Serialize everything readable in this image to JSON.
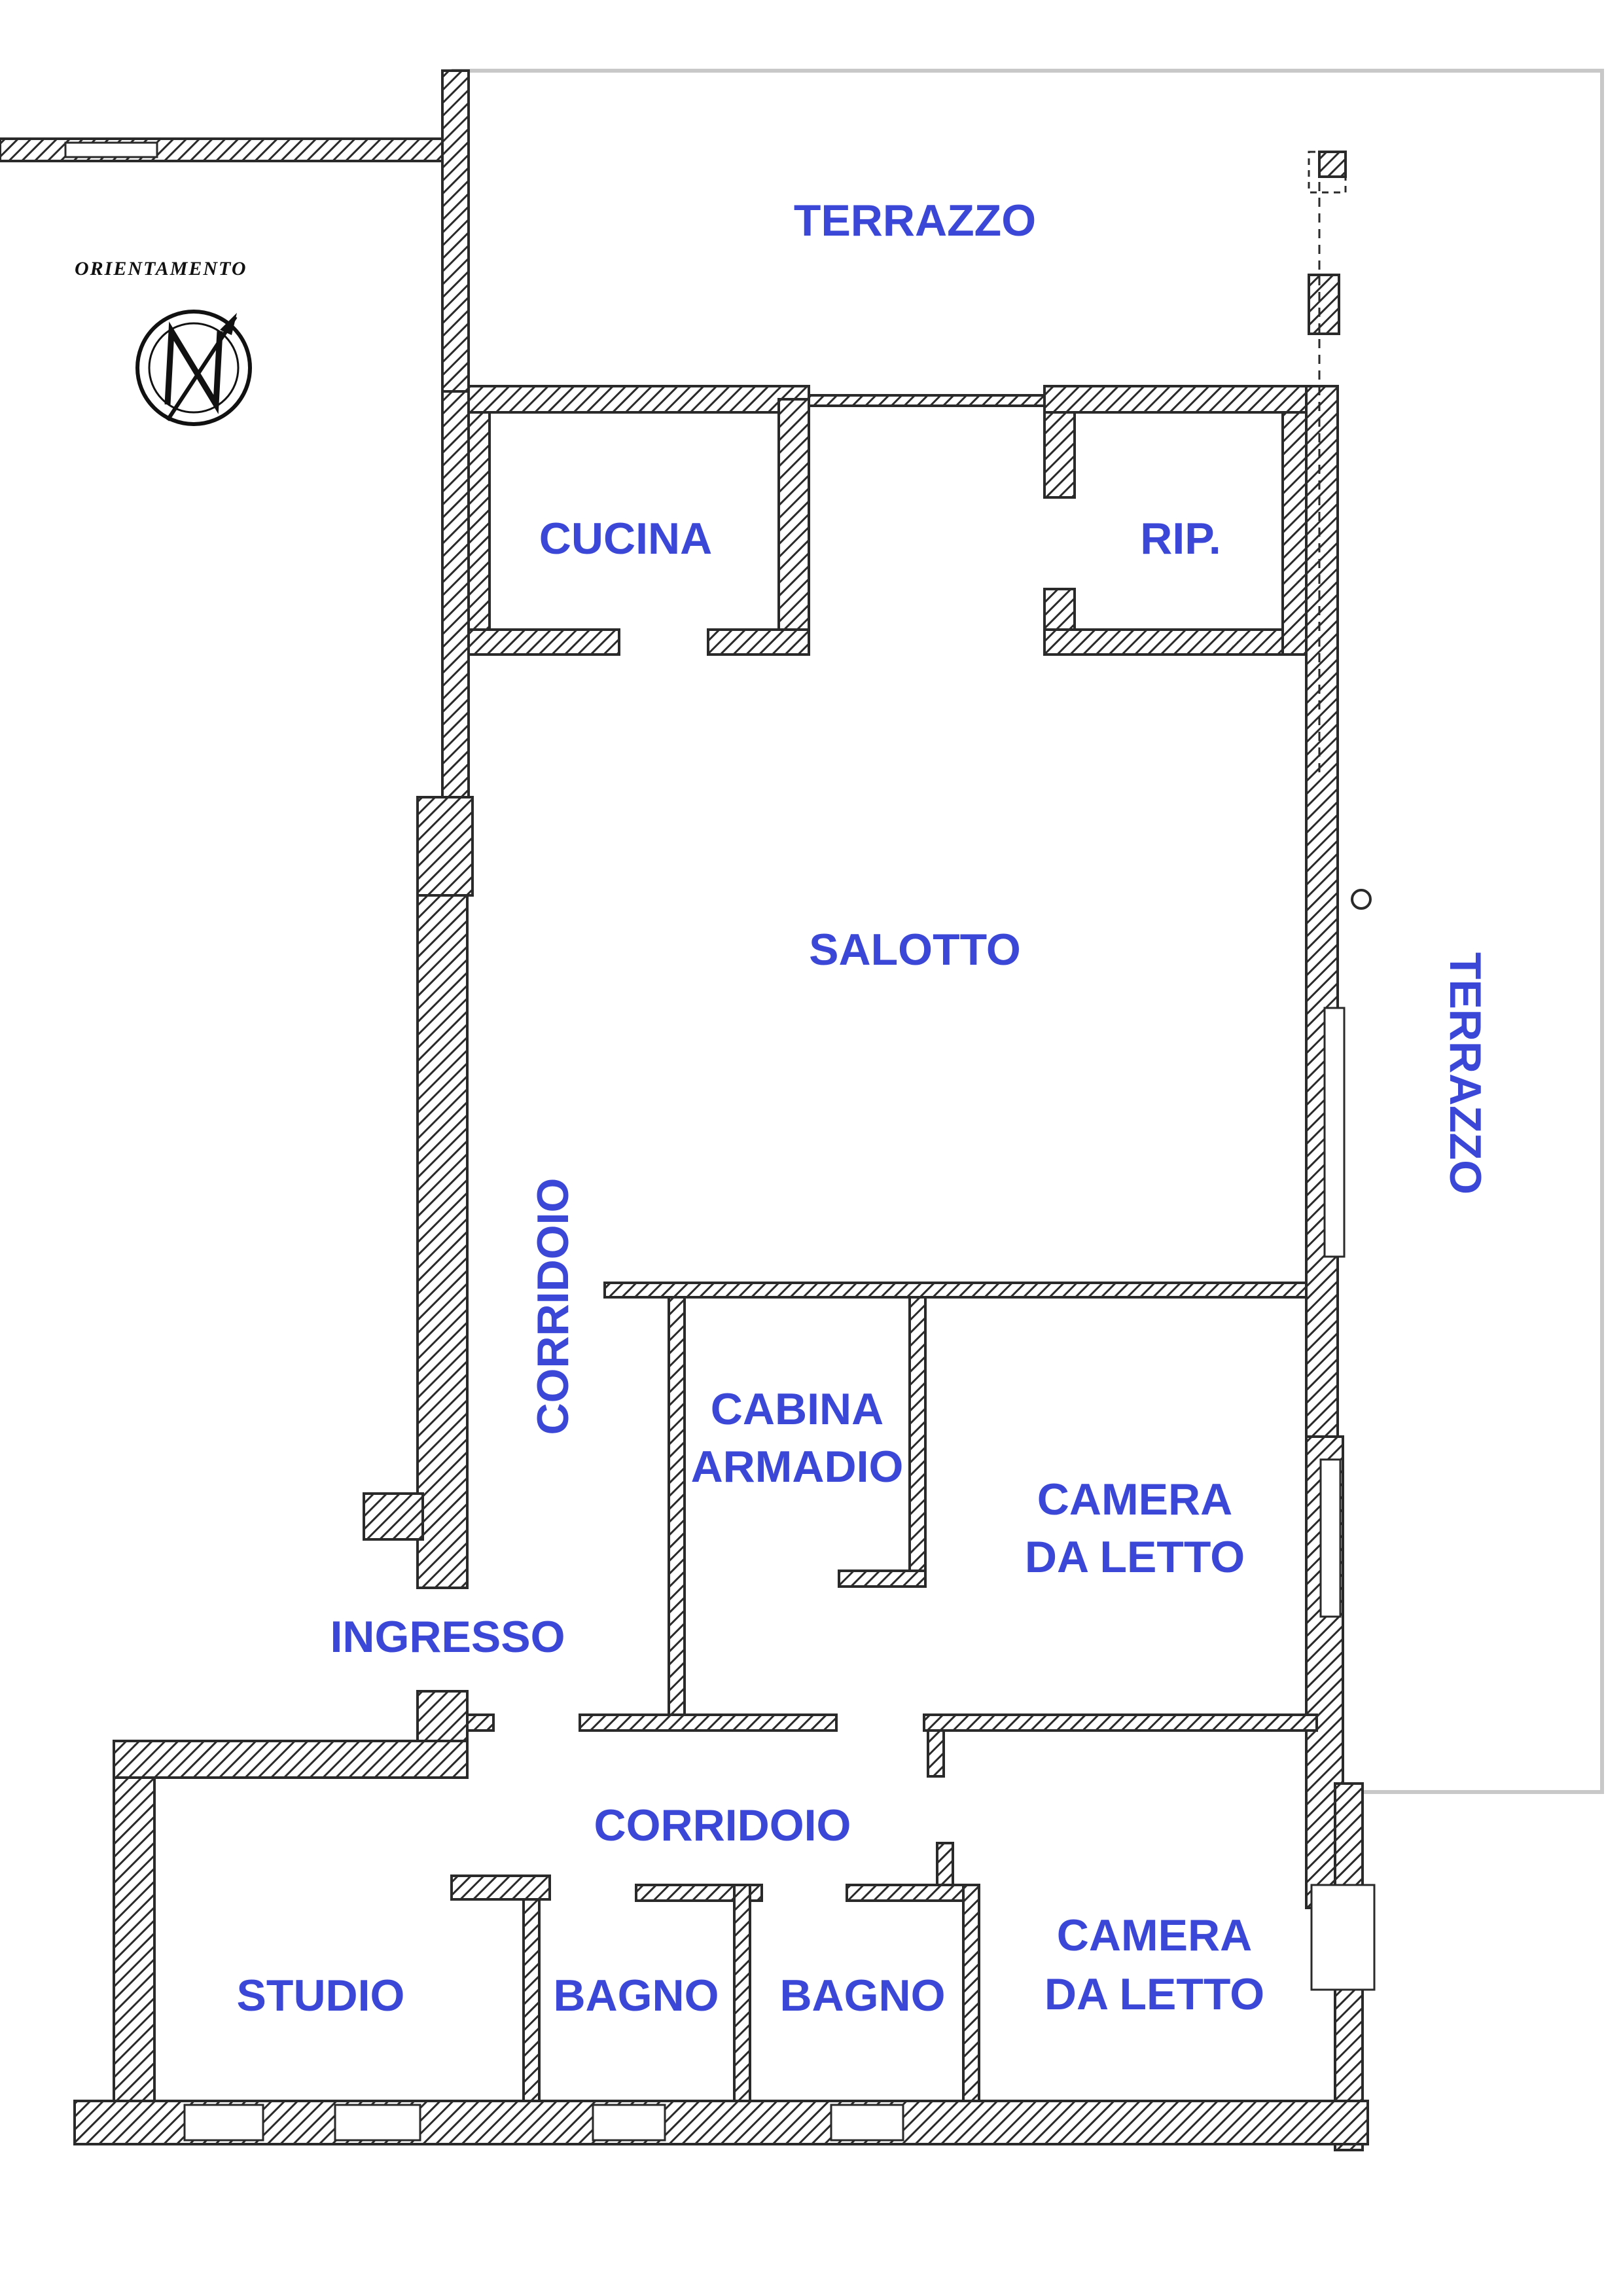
{
  "orientation": {
    "label": "ORIENTAMENTO",
    "icon": "compass-north-icon"
  },
  "rooms": {
    "terrazzo_top": "TERRAZZO",
    "terrazzo_side": "TERRAZZO",
    "cucina": "CUCINA",
    "ripostiglio": "RIP.",
    "salotto": "SALOTTO",
    "corridoio_vertical": "CORRIDOIO",
    "cabina_armadio_1": "CABINA",
    "cabina_armadio_2": "ARMADIO",
    "camera_upper_1": "CAMERA",
    "camera_upper_2": "DA LETTO",
    "ingresso": "INGRESSO",
    "corridoio_horizontal": "CORRIDOIO",
    "studio": "STUDIO",
    "bagno_1": "BAGNO",
    "bagno_2": "BAGNO",
    "camera_lower_1": "CAMERA",
    "camera_lower_2": "DA LETTO"
  },
  "colors": {
    "label": "#3b47d6",
    "wall": "#2a2a2a",
    "outline": "#c8c8c8"
  }
}
